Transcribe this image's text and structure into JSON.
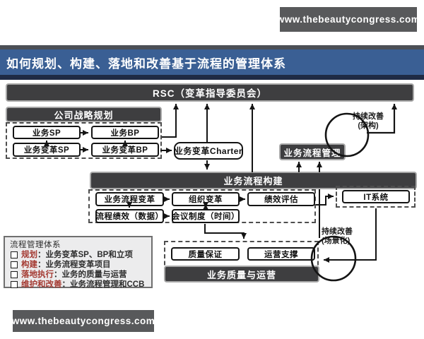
{
  "watermark": {
    "top": "www.thebeautycongress.com",
    "bottom": "www.thebeautycongress.com"
  },
  "title": "如何规划、构建、落地和改善基于流程的管理体系",
  "diagram": {
    "rsc": "RSC（变革指导委员会）",
    "strategy": {
      "header": "公司战略规划",
      "sp": "业务SP",
      "bp": "业务BP",
      "change_sp": "业务变革SP",
      "change_bp": "业务变革BP"
    },
    "charter": "业务变革Charter",
    "process_mgmt": "业务流程管理",
    "ci_architecture": {
      "line1": "持续改善",
      "line2": "(架构)"
    },
    "build": {
      "header": "业务流程构建",
      "process_change": "业务流程变革",
      "org_change": "组织变革",
      "perf_eval": "绩效评估",
      "process_perf": "流程绩效（数据）",
      "meeting": "会议制度（时间）"
    },
    "it_system": "IT系统",
    "ci_scenario": {
      "line1": "持续改善",
      "line2": "(场景化)"
    },
    "operation": {
      "qa": "质量保证",
      "ops_support": "运营支撑",
      "bar": "业务质量与运营"
    }
  },
  "legend": {
    "title": "流程管理体系",
    "items": [
      {
        "term": "规划",
        "desc": "：业务变革SP、BP和立项"
      },
      {
        "term": "构建",
        "desc": "：业务流程变革项目"
      },
      {
        "term": "落地执行",
        "desc": "：业务的质量与运营"
      },
      {
        "term": "维护和改善",
        "desc": "：业务流程管理和CCB"
      }
    ]
  },
  "colors": {
    "title_blue": "#3a5f94",
    "title_navy": "#1f2b45",
    "dark_box": "#3e3e40",
    "watermark_gray": "#58595b",
    "legend_red": "#a43a32"
  }
}
